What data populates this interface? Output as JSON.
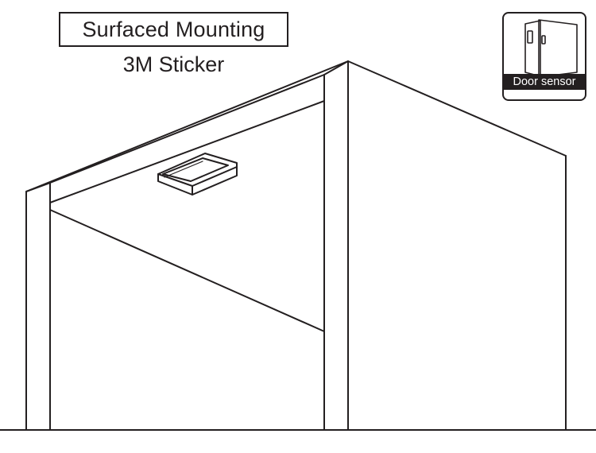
{
  "header": {
    "title": "Surfaced Mounting",
    "subtitle": "3M Sticker"
  },
  "badge": {
    "label": "Door sensor",
    "icon": "door-sensor-icon"
  },
  "colors": {
    "line": "#231f20",
    "background": "#ffffff"
  }
}
